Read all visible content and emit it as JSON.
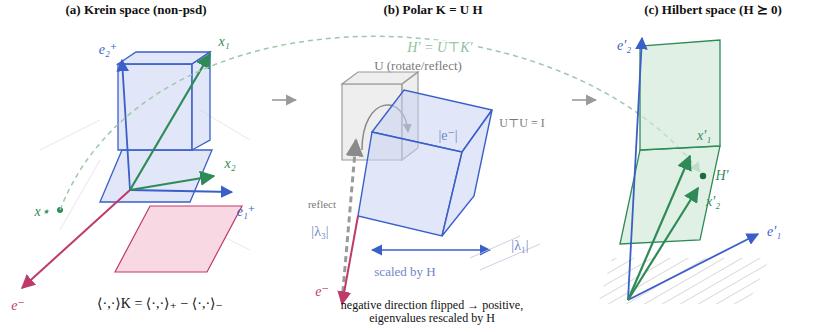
{
  "diagram": {
    "nodes": [
      {
        "text": [
          "(a) Krein space (non-psd)"
        ]
      },
      {
        "text": [
          "(b) Polar K = U H"
        ]
      },
      {
        "text": [
          "(c) Hilbert space (H ⪰ 0)"
        ]
      }
    ],
    "edges": [
      {
        "from": 0,
        "to": 1,
        "arrow": "to"
      },
      {
        "from": 1,
        "to": 2,
        "arrow": "to"
      }
    ],
    "labels": [
      "e₂⁺",
      "x₁",
      "x₂",
      "e₁⁺",
      "x⋆",
      "e⁻",
      "⟨·,·⟩K = ⟨·,·⟩₊ − ⟨·,·⟩₋",
      "H′ = U⊤K′",
      "U (rotate/reflect)",
      "U⊤U = I",
      "|e⁻|",
      "reflect",
      "|λ₃|",
      "e⁻",
      "scaled by H",
      "|λ₁|",
      "negative direction flipped → positive, eigenvalues rescaled by H",
      "e′₂",
      "x′₁",
      "H′",
      "x′₂",
      "e′₁"
    ]
  }
}
